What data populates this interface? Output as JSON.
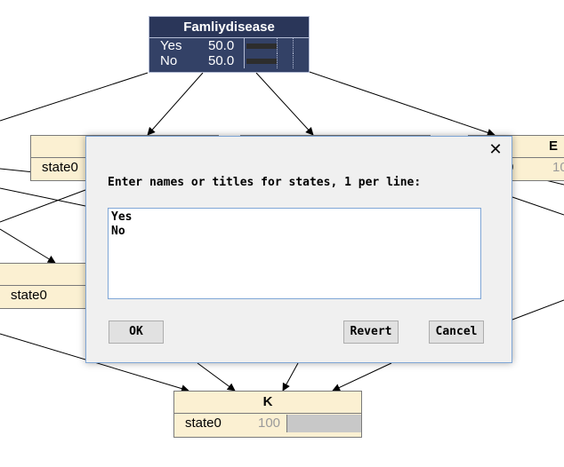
{
  "selected_node": {
    "title": "Famliydisease",
    "states": [
      {
        "name": "Yes",
        "value": "50.0",
        "percent": 50
      },
      {
        "name": "No",
        "value": "50.0",
        "percent": 50
      }
    ]
  },
  "nodes": {
    "left_top": {
      "state": "state0"
    },
    "left_mid": {
      "state": "state0"
    },
    "right_top": {
      "title_partial": "E",
      "state_fragment": "0",
      "value_fragment": "10"
    },
    "bottom": {
      "title": "K",
      "state": "state0",
      "value": "100"
    }
  },
  "dialog": {
    "close_glyph": "✕",
    "prompt": "Enter names or titles for states, 1 per line:",
    "text": "Yes\nNo",
    "ok_label": "OK",
    "revert_label": "Revert",
    "cancel_label": "Cancel"
  }
}
